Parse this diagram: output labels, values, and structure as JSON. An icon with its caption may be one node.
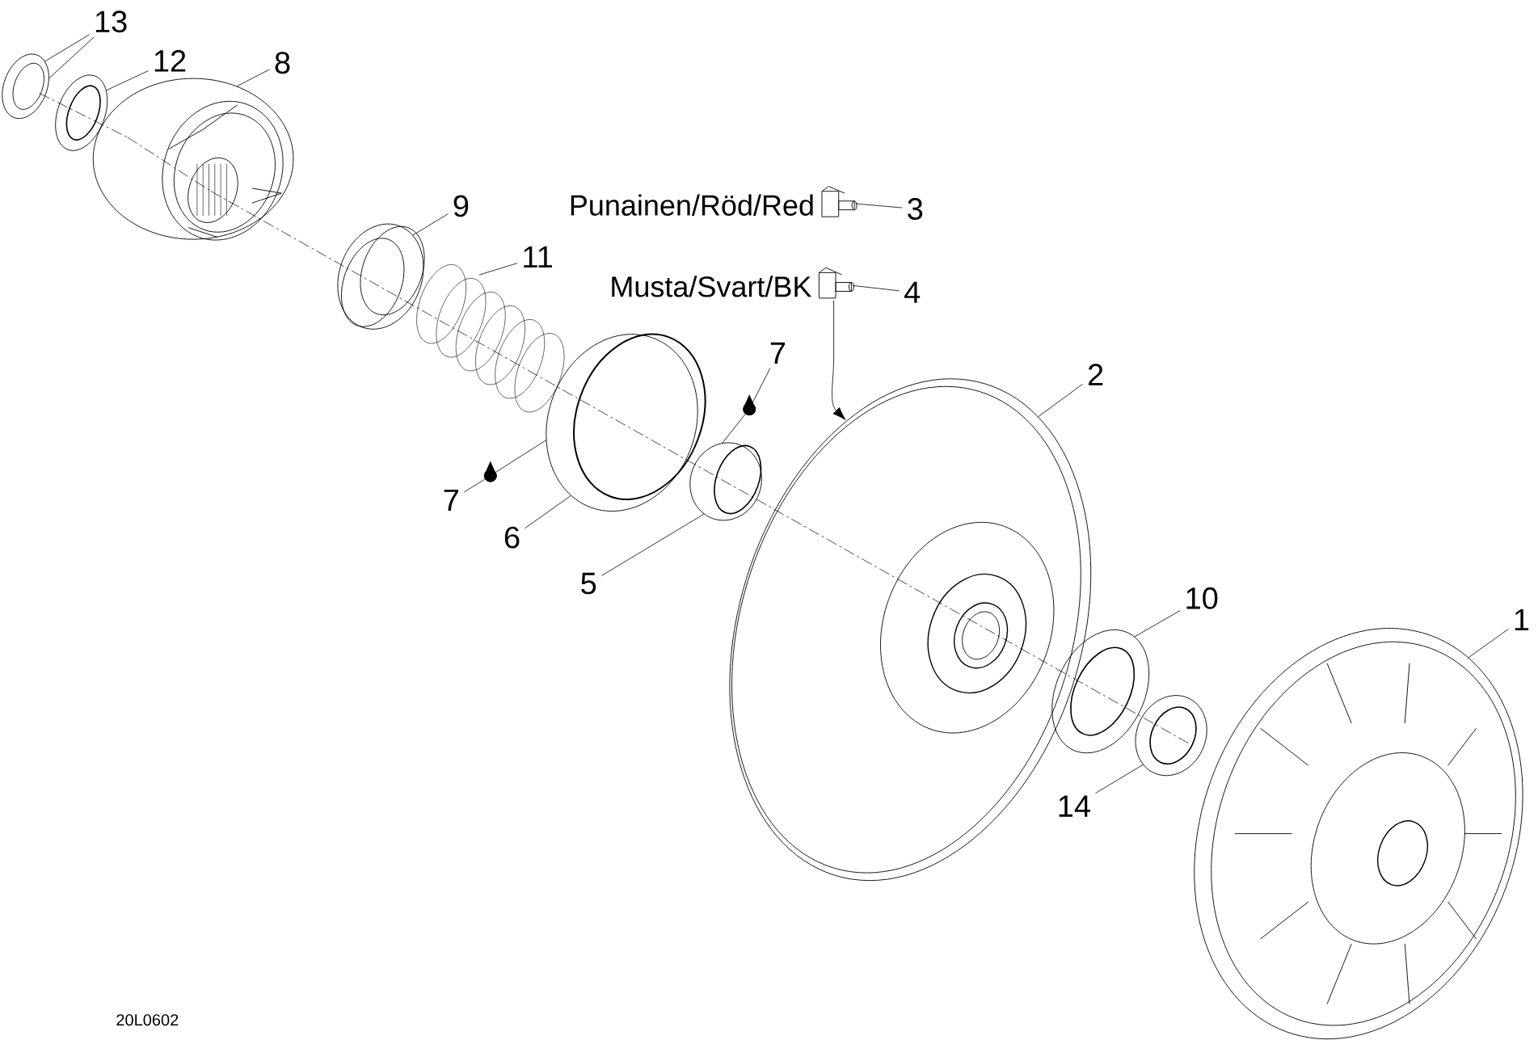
{
  "diagram": {
    "nodes": [
      {
        "text": [
          "13"
        ]
      },
      {
        "text": [],
        "shape": "picture"
      },
      {
        "text": [
          "12"
        ]
      },
      {
        "text": [],
        "shape": "picture"
      },
      {
        "text": [
          "8"
        ]
      },
      {
        "text": [],
        "shape": "picture"
      },
      {
        "text": [
          "9"
        ]
      },
      {
        "text": [],
        "shape": "picture"
      },
      {
        "text": [
          "11"
        ]
      },
      {
        "text": [],
        "shape": "picture"
      },
      {
        "text": [],
        "shape": "picture",
        "beside": [
          "Punainen/Röd/Red"
        ]
      },
      {
        "text": [
          "3"
        ]
      },
      {
        "text": [],
        "shape": "picture",
        "beside": [
          "Musta/Svart/BK"
        ]
      },
      {
        "text": [
          "4"
        ]
      },
      {
        "text": [
          "7"
        ]
      },
      {
        "text": [],
        "shape": "picture"
      },
      {
        "text": [
          "2"
        ]
      },
      {
        "text": [],
        "shape": "picture"
      },
      {
        "text": [],
        "shape": "picture"
      },
      {
        "text": [],
        "shape": "picture"
      },
      {
        "text": [
          "7"
        ]
      },
      {
        "text": [],
        "shape": "picture"
      },
      {
        "text": [
          "6"
        ]
      },
      {
        "text": [
          "5"
        ]
      },
      {
        "text": [
          "10"
        ]
      },
      {
        "text": [],
        "shape": "picture"
      },
      {
        "text": [
          "1"
        ]
      },
      {
        "text": [],
        "shape": "picture"
      },
      {
        "text": [],
        "shape": "picture"
      },
      {
        "text": [
          "14"
        ]
      }
    ],
    "edges": [
      {
        "from": 0,
        "to": 1,
        "arrow": "none"
      },
      {
        "from": 0,
        "to": 1,
        "arrow": "none"
      },
      {
        "from": 2,
        "to": 3,
        "arrow": "none"
      },
      {
        "from": 4,
        "to": 5,
        "arrow": "none"
      },
      {
        "from": 6,
        "to": 7,
        "arrow": "none"
      },
      {
        "from": 8,
        "to": 9,
        "arrow": "none"
      },
      {
        "from": 11,
        "to": 10,
        "arrow": "none"
      },
      {
        "from": 13,
        "to": 12,
        "arrow": "none"
      },
      {
        "from": 12,
        "to": 17,
        "arrow": "to"
      },
      {
        "from": 14,
        "to": 15,
        "arrow": "none"
      },
      {
        "from": 15,
        "to": 21,
        "arrow": "none"
      },
      {
        "from": 16,
        "to": 17,
        "arrow": "none"
      },
      {
        "from": 20,
        "to": 19,
        "arrow": "none"
      },
      {
        "from": 19,
        "to": 18,
        "arrow": "none"
      },
      {
        "from": 22,
        "to": 18,
        "arrow": "none"
      },
      {
        "from": 23,
        "to": 21,
        "arrow": "none"
      },
      {
        "from": 24,
        "to": 25,
        "arrow": "none"
      },
      {
        "from": 26,
        "to": 27,
        "arrow": "none"
      },
      {
        "from": 29,
        "to": 28,
        "arrow": "none"
      }
    ],
    "labels": [
      "20L0602"
    ]
  }
}
